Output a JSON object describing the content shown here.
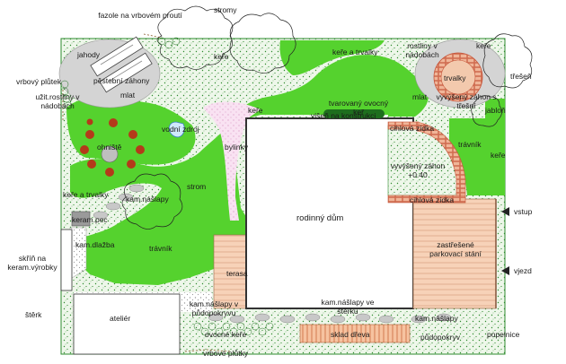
{
  "labels": {
    "beans": "fazole na vrbovém proutí",
    "trees_top": "stromy",
    "strawberries": "jahody",
    "willow_fence_left": "vrbový plůtek",
    "growing_beds": "pěstební záhony",
    "potted_plants": "užit.rostliny v nádobách",
    "mulch_left": "mlat",
    "shrubs_top": "keře",
    "shrubs_perennials_top": "keře a trvalky",
    "potted_plants_right": "rostliny v nádobách",
    "shrubs_top_right": "keře",
    "cherry": "třešeň",
    "perennials_circle": "trvalky",
    "mulch_right": "mlat",
    "raised_bed_cherry": "vyvýšený záhon s třešní",
    "apple": "jabloň",
    "trained_fruit": "tvarovaný ovocný keř",
    "cherry_on_structure": "višeň na konstrukci",
    "shrubs_mid": "keře",
    "herbs": "bylinky",
    "brick_wall": "cihlová zídka",
    "lawn_right": "trávník",
    "shrubs_right": "keře",
    "fireplace": "ohniště",
    "water_source": "vodní zdroj",
    "raised_bed": "vyvýšený záhon +0.40",
    "tree_left": "strom",
    "shrubs_perennials_left": "keře a trvalky",
    "stepping_stones_left": "kam.nášlapy",
    "brick_wall_bottom": "cihlová zídka",
    "ceramic_oven": "keram.pec",
    "house": "rodinný dům",
    "entrance": "vstup",
    "stone_paving": "kam.dlažba",
    "lawn_main": "trávník",
    "covered_parking": "zastřešené parkovací stání",
    "ceramic_cabinet": "skříň na keram.výrobky",
    "driveway": "vjezd",
    "terrace": "terasa",
    "stepping_stones_soil": "kam.nášlapy v půdopokryvu",
    "stepping_stones_gravel": "kam.nášlapy ve štěrku",
    "gravel": "štěrk",
    "studio": "ateliér",
    "stepping_stones_bottom": "kam.nášlapy",
    "groundcover": "půdopokryv",
    "fruit_shrubs": "ovocné keře",
    "wood_storage": "sklad dřeva",
    "ashtray": "popelnice",
    "willow_fences_bottom": "vrbové plůtky"
  },
  "colors": {
    "lawn": "#55d22e",
    "shrub_bed": "#e9f5e4",
    "bed_dots": "#1f7a1f",
    "mulch": "#d2d2d2",
    "brick": "#d07a5a",
    "herbs": "#f7dcef",
    "timber": "#f6c4a4",
    "fire_pits": "#b43a1a"
  }
}
